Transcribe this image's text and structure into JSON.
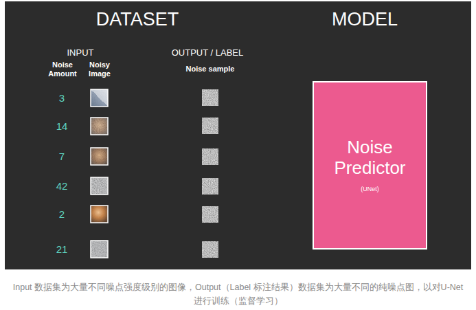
{
  "diagram": {
    "caption": "Input 数据集为大量不同噪点强度级别的图像，Output（Label 标注结果）数据集为大量不同的纯噪点图，以对U-Net进行训练（监督学习）",
    "nodes": [
      {
        "text": [
          "Noise Predictor",
          "(UNet)"
        ]
      }
    ],
    "labels": [
      "DATASET",
      "MODEL",
      "INPUT",
      "Noise Amount",
      "Noisy Image",
      "OUTPUT / LABEL",
      "Noise sample",
      "3",
      "14",
      "7",
      "42",
      "2",
      "21"
    ]
  }
}
